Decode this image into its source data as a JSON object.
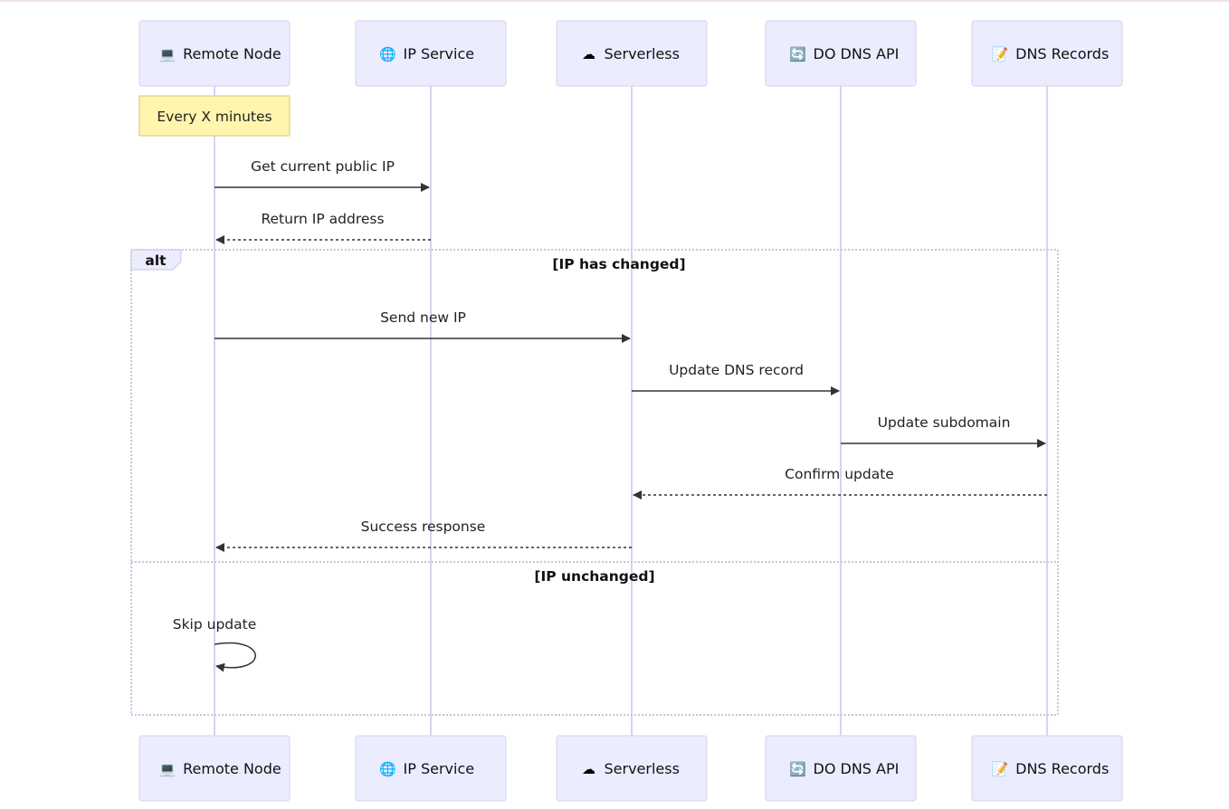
{
  "actors": [
    {
      "id": "remote",
      "label": "Remote Node",
      "icon": "💻",
      "icon_name": "laptop-icon"
    },
    {
      "id": "ipsvc",
      "label": "IP Service",
      "icon": "🌐",
      "icon_name": "globe-icon"
    },
    {
      "id": "serverless",
      "label": "Serverless",
      "icon": "☁",
      "icon_name": "cloud-icon"
    },
    {
      "id": "doapi",
      "label": "DO DNS API",
      "icon": "🔄",
      "icon_name": "refresh-icon"
    },
    {
      "id": "records",
      "label": "DNS Records",
      "icon": "📝",
      "icon_name": "memo-icon"
    }
  ],
  "note": {
    "text": "Every X minutes",
    "actor": "remote"
  },
  "messages": [
    {
      "from": "remote",
      "to": "ipsvc",
      "text": "Get current public IP",
      "style": "solid"
    },
    {
      "from": "ipsvc",
      "to": "remote",
      "text": "Return IP address",
      "style": "dotted"
    },
    {
      "from": "remote",
      "to": "serverless",
      "text": "Send new IP",
      "style": "solid"
    },
    {
      "from": "serverless",
      "to": "doapi",
      "text": "Update DNS record",
      "style": "solid"
    },
    {
      "from": "doapi",
      "to": "records",
      "text": "Update subdomain",
      "style": "solid"
    },
    {
      "from": "records",
      "to": "serverless",
      "text": "Confirm update",
      "style": "dotted"
    },
    {
      "from": "serverless",
      "to": "remote",
      "text": "Success response",
      "style": "dotted"
    },
    {
      "from": "remote",
      "to": "remote",
      "text": "Skip update",
      "style": "solid"
    }
  ],
  "alt": {
    "label": "alt",
    "conditions": [
      "[IP has changed]",
      "[IP unchanged]"
    ]
  },
  "colors": {
    "actor_fill": "#ECECFF",
    "lifeline": "#d9d2f2",
    "note_fill": "#fff5ad",
    "arrow": "#333333"
  }
}
